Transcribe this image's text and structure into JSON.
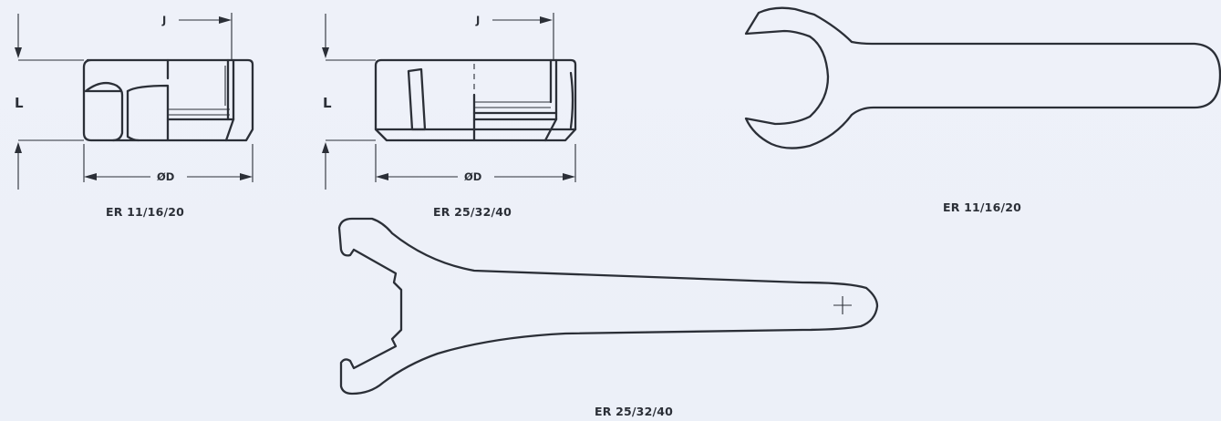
{
  "labels": {
    "nut_small_caption": "ER 11/16/20",
    "nut_large_caption": "ER 25/32/40",
    "wrench_open_caption": "ER 11/16/20",
    "wrench_hook_caption": "ER 25/32/40"
  },
  "dimensions": {
    "nut_small": {
      "length": "L",
      "diameter": "ØD",
      "depth": "J"
    },
    "nut_large": {
      "length": "L",
      "diameter": "ØD",
      "depth": "J"
    }
  },
  "colors": {
    "line": "#2b2f37",
    "background": "#eef1f9"
  }
}
